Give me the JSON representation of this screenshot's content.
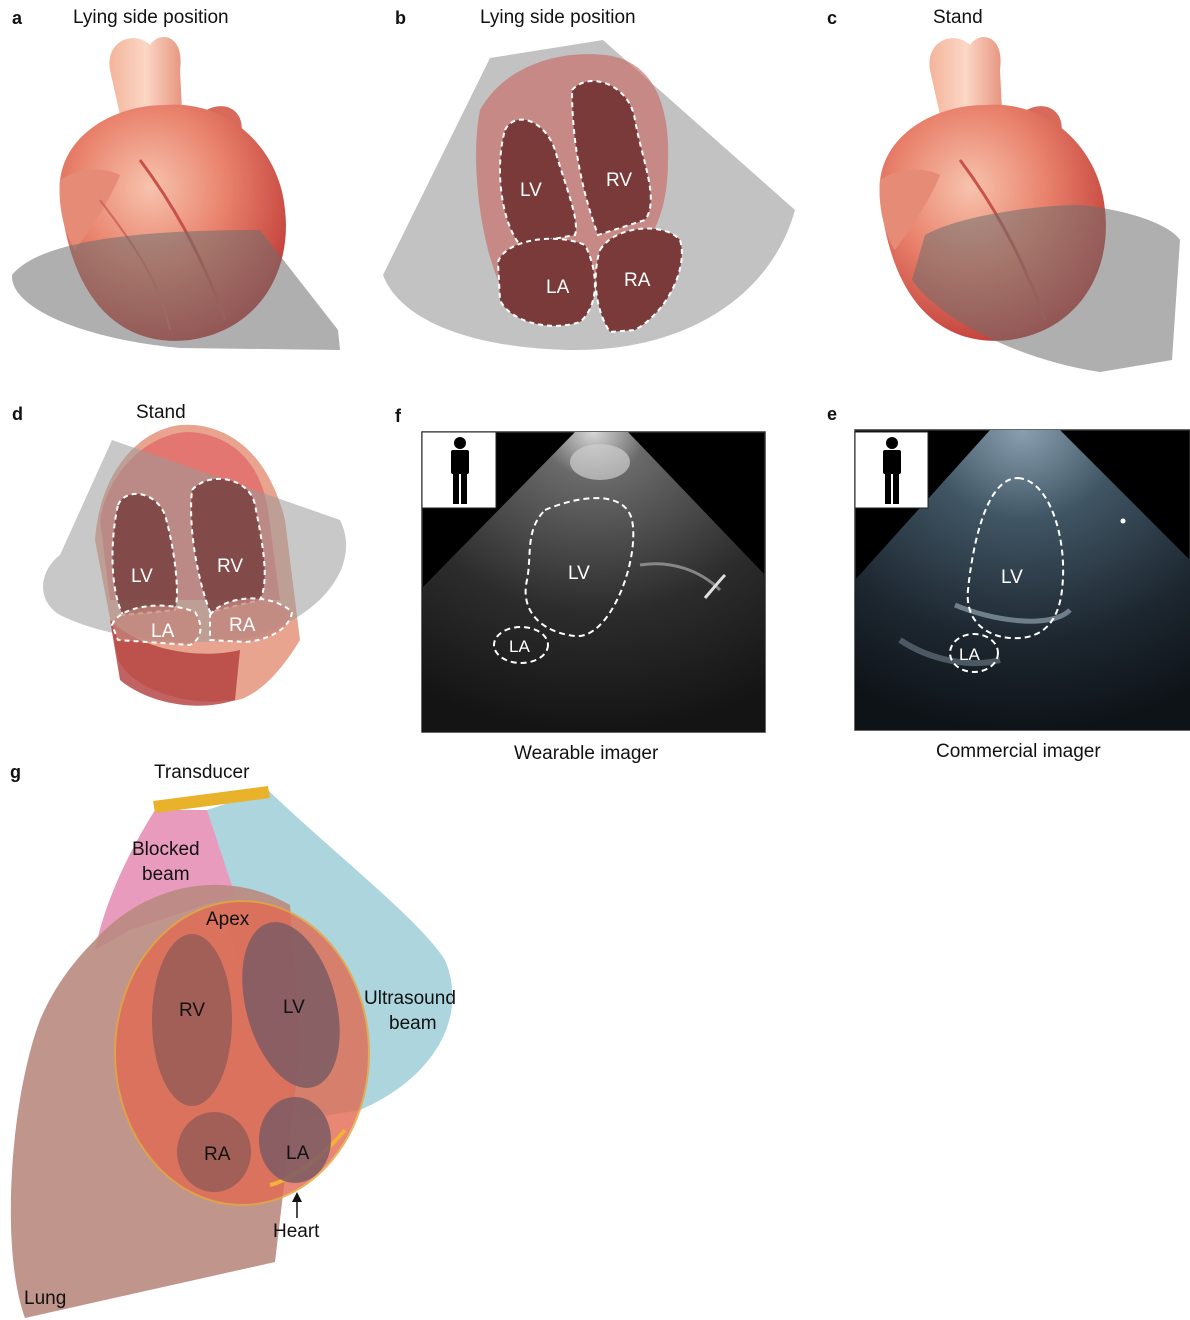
{
  "panels": {
    "a": {
      "letter": "a",
      "title": "Lying side position"
    },
    "b": {
      "letter": "b",
      "title": "Lying side position"
    },
    "c": {
      "letter": "c",
      "title": "Stand"
    },
    "d": {
      "letter": "d",
      "title": "Stand"
    },
    "f": {
      "letter": "f",
      "caption": "Wearable imager"
    },
    "e": {
      "letter": "e",
      "caption": "Commercial imager"
    },
    "g": {
      "letter": "g"
    }
  },
  "labels": {
    "lv": "LV",
    "rv": "RV",
    "la": "LA",
    "ra": "RA"
  },
  "diagram_g": {
    "transducer": "Transducer",
    "blocked_beam_1": "Blocked",
    "blocked_beam_2": "beam",
    "ultrasound_beam_1": "Ultrasound",
    "ultrasound_beam_2": "beam",
    "apex": "Apex",
    "heart": "Heart",
    "lung": "Lung"
  },
  "colors": {
    "heart_red": "#c8433f",
    "heart_light": "#f1a58d",
    "plane_gray": "#8a8a8a",
    "chamber": "#7a3b3b",
    "transducer": "#e8b22b",
    "blocked_beam": "#e89bbd",
    "ultrasound_beam": "#a9d3dc",
    "lung": "#b98a80"
  }
}
